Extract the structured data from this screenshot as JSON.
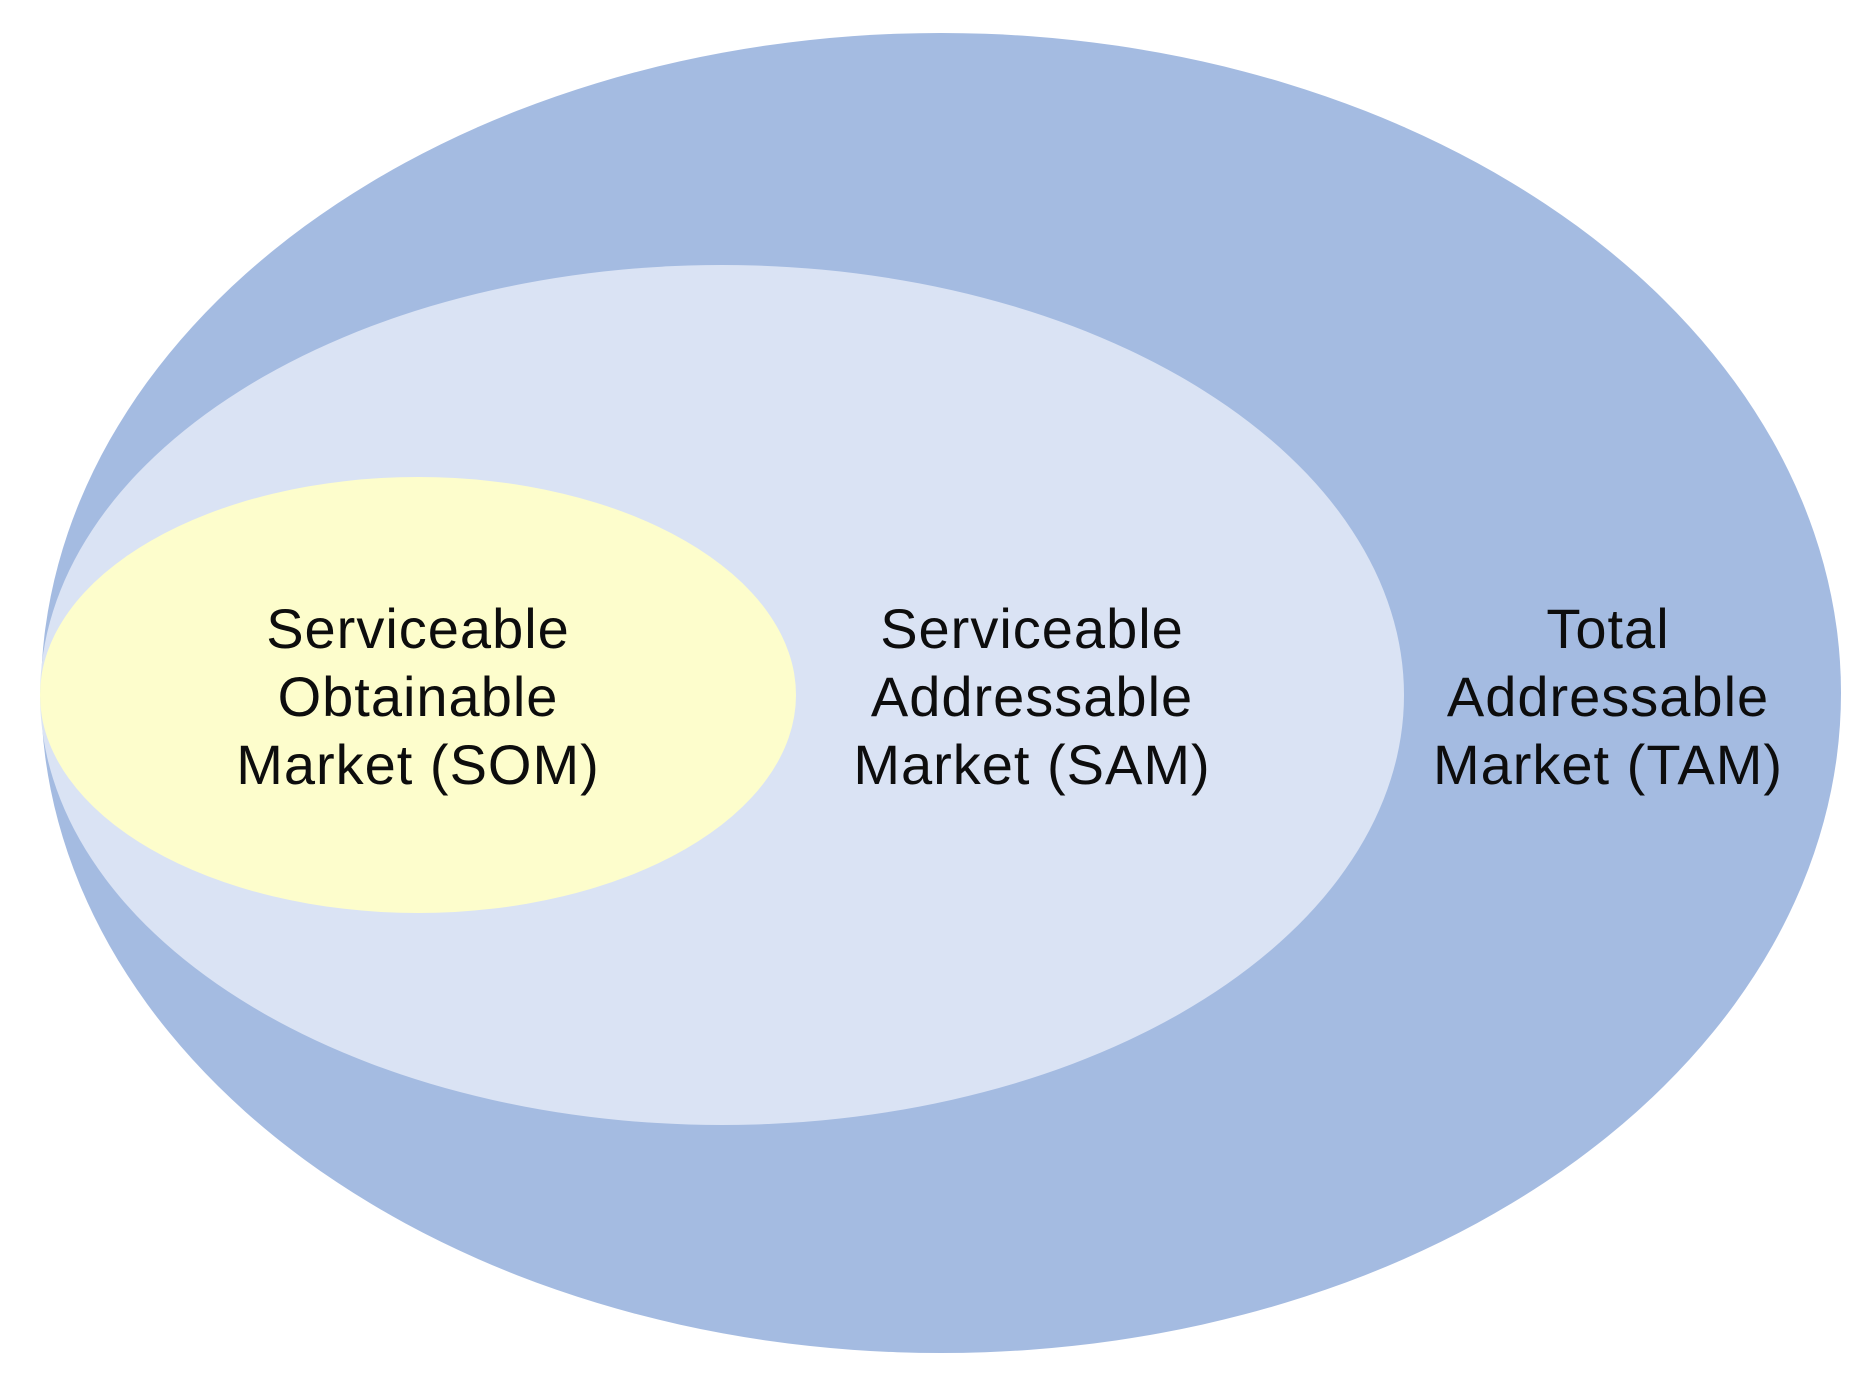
{
  "diagram": {
    "colors": {
      "tam": "#a4bbe1",
      "sam": "#dae3f4",
      "som": "#fdfdcc",
      "text": "#0d0d0d",
      "background": "#ffffff"
    },
    "som": {
      "line1": "Serviceable",
      "line2": "Obtainable",
      "line3": "Market (SOM)"
    },
    "sam": {
      "line1": "Serviceable",
      "line2": "Addressable",
      "line3": "Market (SAM)"
    },
    "tam": {
      "line1": "Total",
      "line2": "Addressable",
      "line3": "Market (TAM)"
    }
  }
}
